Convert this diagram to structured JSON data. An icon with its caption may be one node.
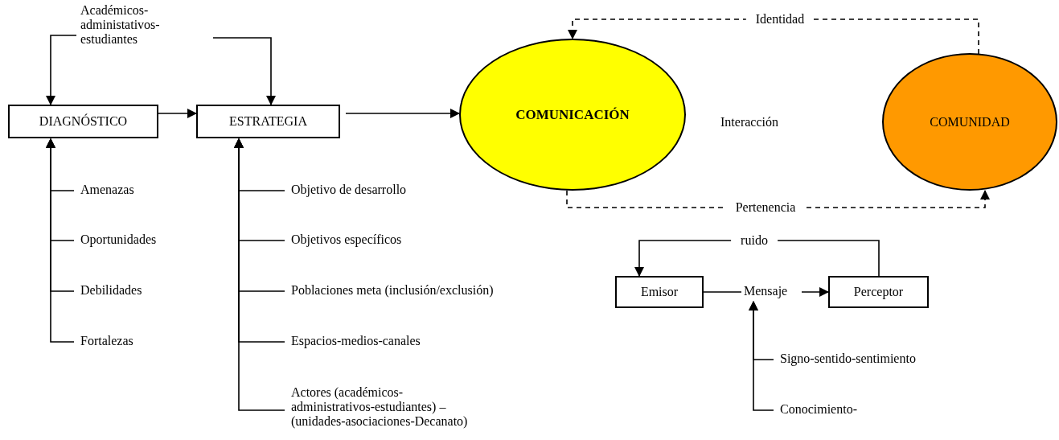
{
  "diagram": {
    "nodes": [
      {
        "text": [
          "Académicos- administativos- estudiantes"
        ]
      },
      {
        "text": [
          "DIAGNÓSTICO"
        ]
      },
      {
        "text": [
          "ESTRATEGIA"
        ]
      },
      {
        "text": [
          "COMUNICACIÓN"
        ]
      },
      {
        "text": [
          "COMUNIDAD"
        ]
      },
      {
        "text": [
          "Amenazas"
        ]
      },
      {
        "text": [
          "Oportunidades"
        ]
      },
      {
        "text": [
          "Debilidades"
        ]
      },
      {
        "text": [
          "Fortalezas"
        ]
      },
      {
        "text": [
          "Objetivo de desarrollo"
        ]
      },
      {
        "text": [
          "Objetivos específicos"
        ]
      },
      {
        "text": [
          "Poblaciones meta (inclusión/exclusión)"
        ]
      },
      {
        "text": [
          "Espacios-medios-canales"
        ]
      },
      {
        "text": [
          "Actores (académicos- administrativos-estudiantes) – (unidades-asociaciones-Decanato)"
        ]
      },
      {
        "text": [
          "Emisor"
        ]
      },
      {
        "text": [
          "Mensaje"
        ]
      },
      {
        "text": [
          "Perceptor"
        ]
      },
      {
        "text": [
          "Signo-sentido-sentimiento"
        ]
      },
      {
        "text": [
          "Conocimiento-"
        ]
      }
    ],
    "edges": [
      {
        "from": 0,
        "to": 1,
        "arrow": "to"
      },
      {
        "from": 0,
        "to": 2,
        "arrow": "to"
      },
      {
        "from": 1,
        "to": 2,
        "arrow": "to"
      },
      {
        "from": 2,
        "to": 3,
        "arrow": "to"
      },
      {
        "from": 4,
        "to": 3,
        "arrow": "to",
        "style": "dashed",
        "label": "Identidad"
      },
      {
        "from": 3,
        "to": 4,
        "arrow": "to",
        "style": "dashed",
        "label": "Pertenencia"
      },
      {
        "from": 5,
        "to": 1,
        "arrow": "to"
      },
      {
        "from": 6,
        "to": 1,
        "arrow": "to"
      },
      {
        "from": 7,
        "to": 1,
        "arrow": "to"
      },
      {
        "from": 8,
        "to": 1,
        "arrow": "to"
      },
      {
        "from": 9,
        "to": 2,
        "arrow": "to"
      },
      {
        "from": 10,
        "to": 2,
        "arrow": "to"
      },
      {
        "from": 11,
        "to": 2,
        "arrow": "to"
      },
      {
        "from": 12,
        "to": 2,
        "arrow": "to"
      },
      {
        "from": 13,
        "to": 2,
        "arrow": "to"
      },
      {
        "from": 16,
        "to": 14,
        "arrow": "to",
        "label": "ruido"
      },
      {
        "from": 14,
        "to": 15,
        "arrow": "none"
      },
      {
        "from": 15,
        "to": 16,
        "arrow": "to"
      },
      {
        "from": 17,
        "to": 15,
        "arrow": "to"
      },
      {
        "from": 18,
        "to": 15,
        "arrow": "to"
      }
    ],
    "labels": [
      "Interacción"
    ]
  }
}
